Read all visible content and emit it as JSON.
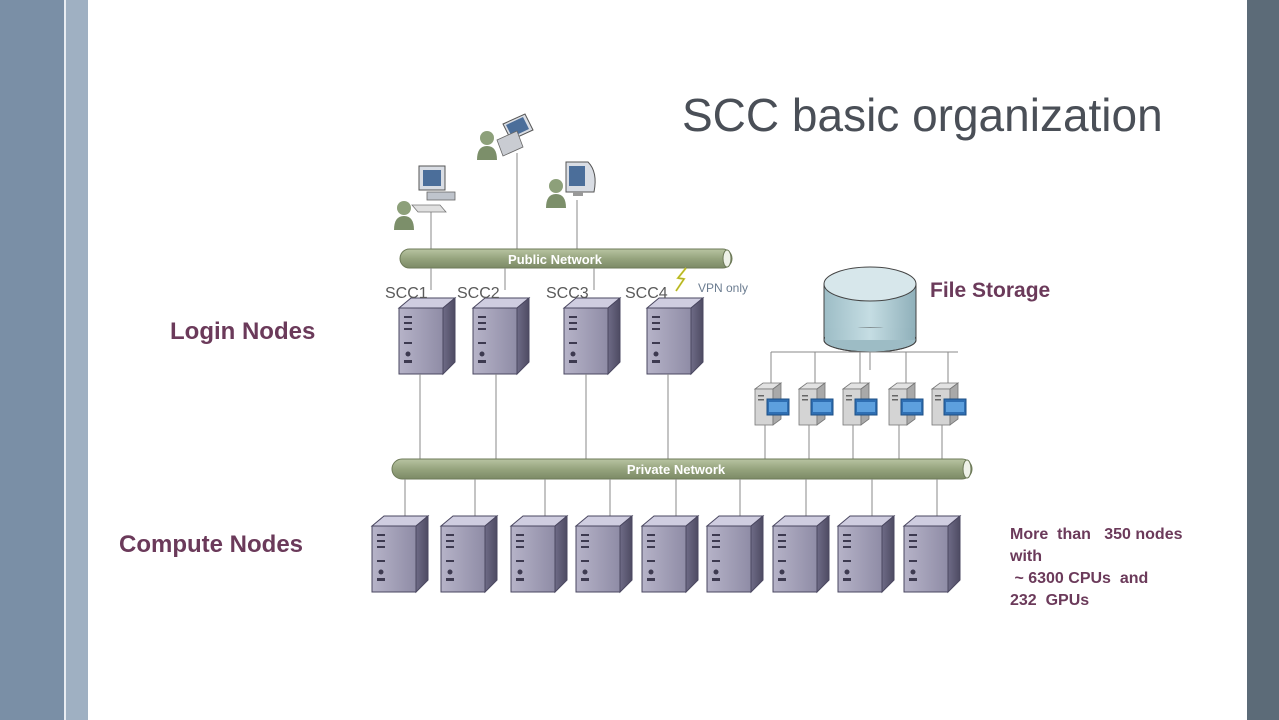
{
  "title": "SCC basic organization",
  "public_network_label": "Public Network",
  "private_network_label": "Private Network",
  "login_nodes_label": "Login Nodes",
  "compute_nodes_label": "Compute Nodes",
  "file_storage_label": "File Storage",
  "vpn_label": "VPN only",
  "login_nodes": [
    "SCC1",
    "SCC2",
    "SCC3",
    "SCC4"
  ],
  "note": {
    "line1": "More  than   350 nodes",
    "line2": "with",
    "line3": " ~ 6300 CPUs  and",
    "line4": "232  GPUs"
  },
  "colors": {
    "accent_purple": "#6b3a5a",
    "network_bar": "#9aa883",
    "server_body": "#8d8aa3",
    "storage": "#a8c4cc"
  },
  "icons": [
    "desktop-user-icon",
    "laptop-user-icon",
    "monitor-user-icon",
    "server-icon",
    "file-server-icon",
    "storage-cylinder-icon",
    "lightning-icon"
  ]
}
